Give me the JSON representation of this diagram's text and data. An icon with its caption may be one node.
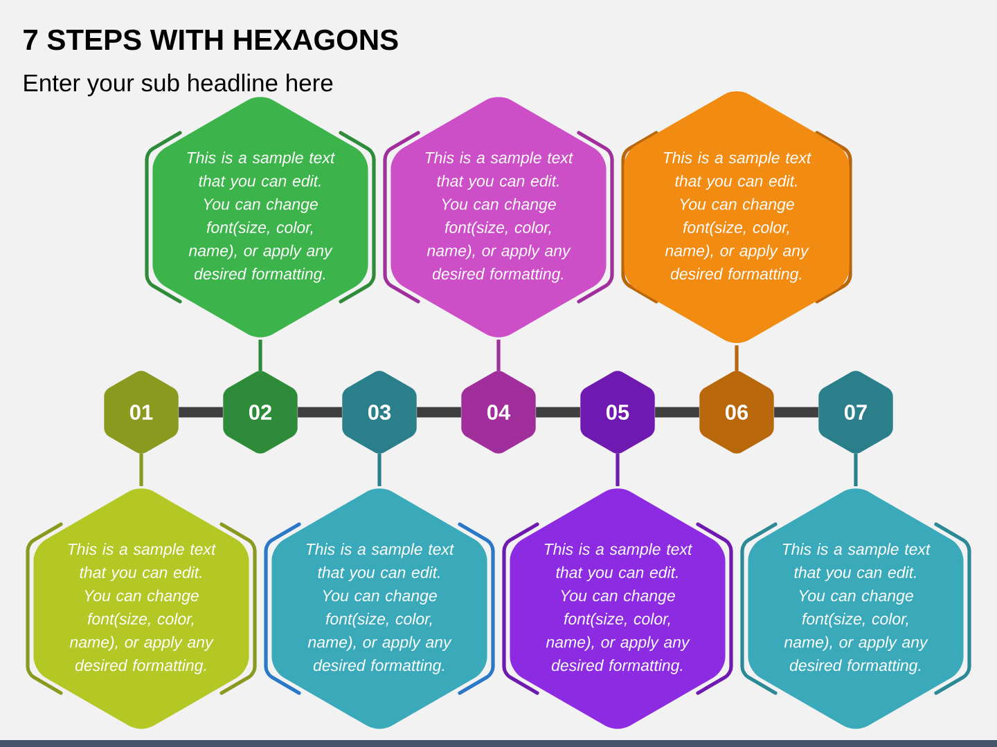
{
  "diagram": {
    "title": "7 STEPS WITH HEXAGONS",
    "nodes": [
      {
        "text": [
          "01"
        ]
      },
      {
        "text": [
          "02"
        ]
      },
      {
        "text": [
          "03"
        ]
      },
      {
        "text": [
          "04"
        ]
      },
      {
        "text": [
          "05"
        ]
      },
      {
        "text": [
          "06"
        ]
      },
      {
        "text": [
          "07"
        ]
      },
      {
        "text": [
          "This is a sample text that you can edit. You can change font(size, color, name), or apply any desired formatting."
        ]
      },
      {
        "text": [
          "This is a sample text that you can edit. You can change font(size, color, name), or apply any desired formatting."
        ]
      },
      {
        "text": [
          "This is a sample text that you can edit. You can change font(size, color, name), or apply any desired formatting."
        ]
      },
      {
        "text": [
          "This is a sample text that you can edit. You can change font(size, color, name), or apply any desired formatting."
        ]
      },
      {
        "text": [
          "This is a sample text that you can edit. You can change font(size, color, name), or apply any desired formatting."
        ]
      },
      {
        "text": [
          "This is a sample text that you can edit. You can change font(size, color, name), or apply any desired formatting."
        ]
      },
      {
        "text": [
          "This is a sample text that you can edit. You can change font(size, color, name), or apply any desired formatting."
        ]
      }
    ],
    "edges": [
      {
        "from": 0,
        "to": 1,
        "arrow": "none",
        "style": "thick"
      },
      {
        "from": 1,
        "to": 2,
        "arrow": "none",
        "style": "thick"
      },
      {
        "from": 2,
        "to": 3,
        "arrow": "none",
        "style": "thick"
      },
      {
        "from": 3,
        "to": 4,
        "arrow": "none",
        "style": "thick"
      },
      {
        "from": 4,
        "to": 5,
        "arrow": "none",
        "style": "thick"
      },
      {
        "from": 5,
        "to": 6,
        "arrow": "none",
        "style": "thick"
      },
      {
        "from": 0,
        "to": 7,
        "arrow": "none",
        "color": "#8a9a1f"
      },
      {
        "from": 1,
        "to": 8,
        "arrow": "none",
        "color": "#2e8b3a"
      },
      {
        "from": 2,
        "to": 9,
        "arrow": "none",
        "color": "#2b7f8a"
      },
      {
        "from": 3,
        "to": 10,
        "arrow": "none",
        "color": "#a02f9c"
      },
      {
        "from": 4,
        "to": 11,
        "arrow": "none",
        "color": "#6e1ab0"
      },
      {
        "from": 5,
        "to": 12,
        "arrow": "none",
        "color": "#b8680a"
      },
      {
        "from": 6,
        "to": 13,
        "arrow": "none",
        "color": "#2b7f8a"
      }
    ],
    "labels": [
      "Enter your sub headline here"
    ]
  }
}
